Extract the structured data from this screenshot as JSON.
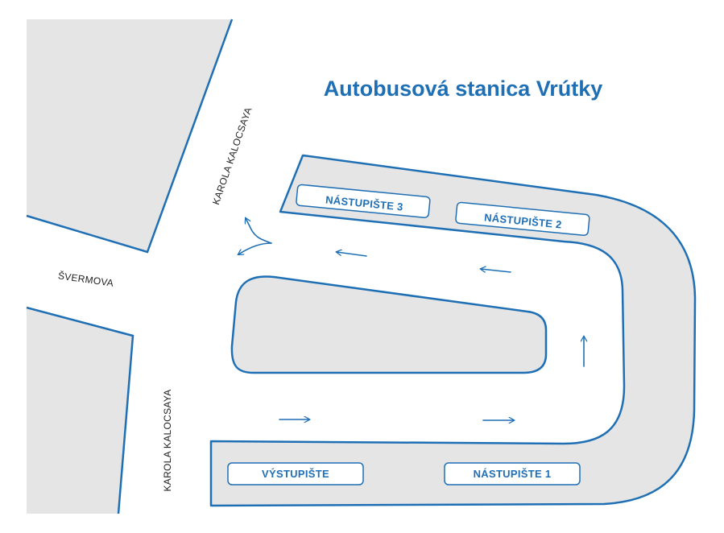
{
  "title": "Autobusová stanica Vrútky",
  "streets": {
    "karola_top": "KAROLA KALOCSAYA",
    "svermova": "ŠVERMOVA",
    "karola_bottom": "KAROLA KALOCSAYA"
  },
  "platforms": {
    "nastupiste_3": "NÁSTUPIŠTE 3",
    "nastupiste_2": "NÁSTUPIŠTE 2",
    "vystupiste": "VÝSTUPIŠTE",
    "nastupiste_1": "NÁSTUPIŠTE 1"
  },
  "colors": {
    "accent": "#1f6fb5",
    "block_fill": "#e5e5e5",
    "block_stroke": "#1f6fb5",
    "platform_fill": "#ffffff",
    "text": "#222222",
    "background": "#ffffff"
  },
  "icons": {
    "arrow": "arrow-icon",
    "fork_arrow": "fork-arrow-icon"
  }
}
